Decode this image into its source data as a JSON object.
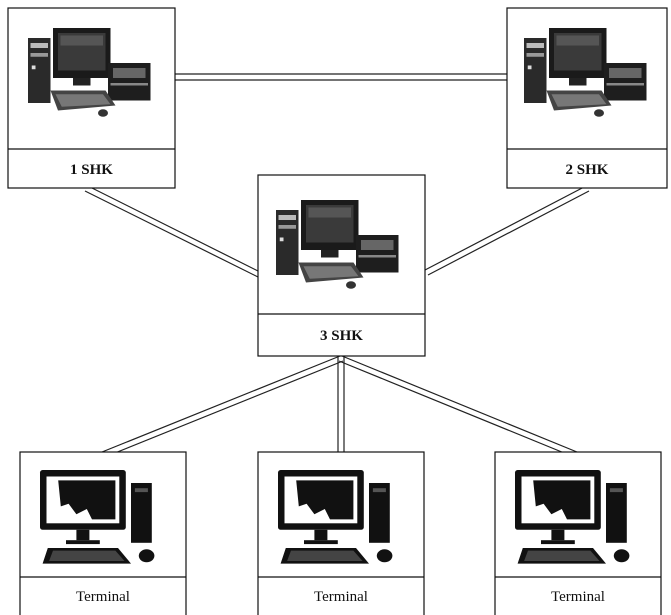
{
  "diagram": {
    "nodes": {
      "shk1": {
        "label": "1 SHK",
        "icon": "desktop-computer-icon"
      },
      "shk2": {
        "label": "2 SHK",
        "icon": "desktop-computer-icon"
      },
      "shk3": {
        "label": "3 SHK",
        "icon": "desktop-computer-icon"
      },
      "terminal1": {
        "label": "Terminal",
        "icon": "terminal-computer-icon"
      },
      "terminal2": {
        "label": "Terminal",
        "icon": "terminal-computer-icon"
      },
      "terminal3": {
        "label": "Terminal",
        "icon": "terminal-computer-icon"
      }
    },
    "connections": [
      {
        "from": "1 SHK",
        "to": "2 SHK"
      },
      {
        "from": "1 SHK",
        "to": "3 SHK"
      },
      {
        "from": "2 SHK",
        "to": "3 SHK"
      },
      {
        "from": "3 SHK",
        "to": "Terminal"
      },
      {
        "from": "3 SHK",
        "to": "Terminal"
      },
      {
        "from": "3 SHK",
        "to": "Terminal"
      }
    ]
  }
}
